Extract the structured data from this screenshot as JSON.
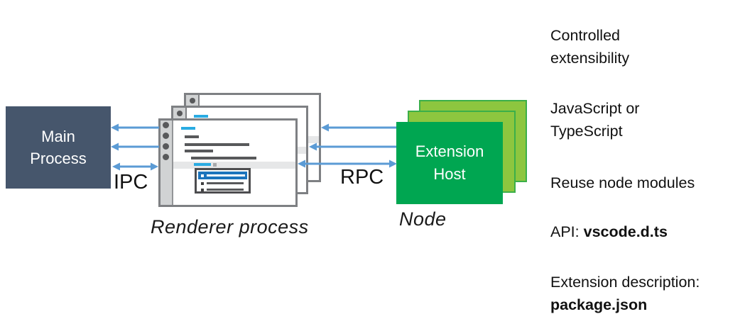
{
  "diagram": {
    "main_process": {
      "label_line1": "Main",
      "label_line2": "Process",
      "color": "#46566C"
    },
    "renderer": {
      "caption": "Renderer process"
    },
    "extension_host": {
      "label_line1": "Extension",
      "label_line2": "Host",
      "caption": "Node",
      "front_color": "#00A651",
      "back_color": "#8DC63F"
    },
    "links": {
      "ipc": "IPC",
      "rpc": "RPC",
      "arrow_color": "#5B9BD5"
    },
    "accent_colors": {
      "window_accent_blue": "#29ABE2",
      "dropdown_highlight_blue": "#1C74BC"
    }
  },
  "notes": [
    {
      "lines": [
        "Controlled",
        "extensibility"
      ]
    },
    {
      "lines": [
        "JavaScript or",
        "TypeScript"
      ]
    },
    {
      "lines": [
        "Reuse node modules"
      ]
    },
    {
      "prefix": "API: ",
      "bold": "vscode.d.ts"
    },
    {
      "prefix": "Extension description:",
      "bold": "package.json"
    }
  ]
}
